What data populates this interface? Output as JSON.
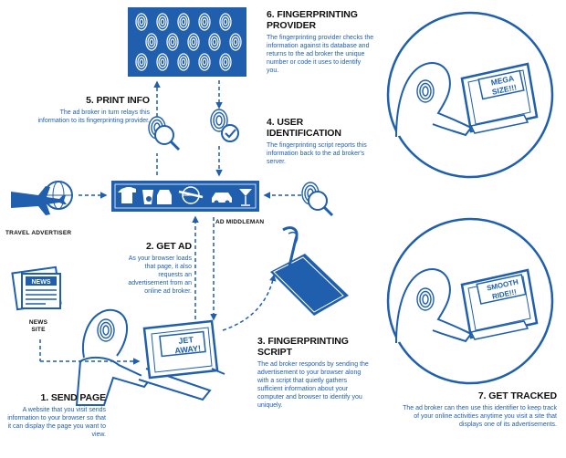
{
  "steps": {
    "s1": {
      "title": "1. SEND PAGE",
      "body": "A website that you visit sends information to your browser so that it can display the page you want to view."
    },
    "s2": {
      "title": "2. GET AD",
      "body": "As your browser loads that page, it also requests an advertisement from an online ad broker."
    },
    "s3": {
      "title": "3. FINGERPRINTING SCRIPT",
      "body": "The ad broker responds by sending the advertisement to your browser along with a script that quietly gathers sufficient information about your computer and browser to identify you uniquely."
    },
    "s4": {
      "title": "4. USER IDENTIFICATION",
      "body": "The fingerprinting script reports this information back to the ad broker's server."
    },
    "s5": {
      "title": "5. PRINT INFO",
      "body": "The ad broker in turn relays this information to its fingerprinting provider."
    },
    "s6": {
      "title": "6. FINGERPRINTING PROVIDER",
      "body": "The fingerprinting provider checks the information against its database and returns to the ad broker the unique number or code it uses to identify you."
    },
    "s7": {
      "title": "7. GET TRACKED",
      "body": "The ad broker can then use this identifier to keep track of your online activities anytime you visit a site that displays one of its advertisements."
    }
  },
  "labels": {
    "travel_advertiser": "TRAVEL ADVERTISER",
    "ad_middleman": "AD MIDDLEMAN",
    "news_site": "NEWS SITE",
    "news_sign": "NEWS"
  },
  "ads": {
    "jet_line1": "JET",
    "jet_line2": "AWAY!",
    "mega_line1": "MEGA",
    "mega_line2": "SIZE!!!",
    "smooth_line1": "SMOOTH",
    "smooth_line2": "RIDE!!!"
  },
  "colors": {
    "accent": "#1f5fae",
    "title_text": "#111111"
  }
}
